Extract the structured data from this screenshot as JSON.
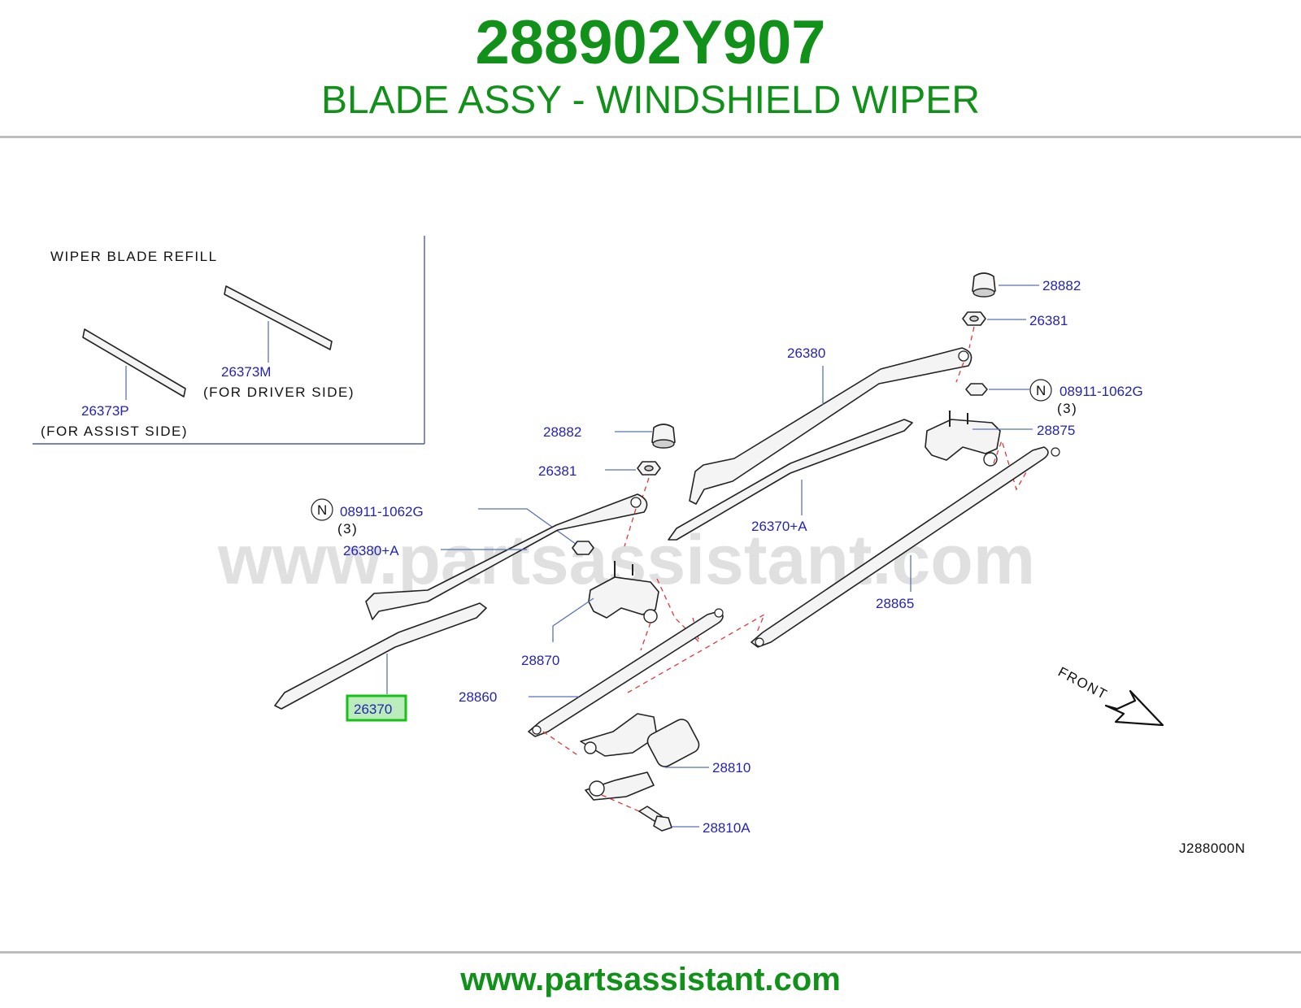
{
  "header": {
    "part_number": "288902Y907",
    "part_name": "BLADE ASSY - WINDSHIELD WIPER"
  },
  "inset": {
    "title": "WIPER  BLADE  REFILL",
    "driver_part": "26373M",
    "driver_note": "(FOR  DRIVER  SIDE)",
    "assist_part": "26373P",
    "assist_note": "(FOR  ASSIST  SIDE)"
  },
  "callouts": {
    "cap_right": "28882",
    "nut_right": "26381",
    "arm_right": "26380",
    "nut_code_right": "N",
    "bolt_right": "08911-1062G",
    "qty_right": "(3)",
    "pivot_right": "28875",
    "cap_left": "28882",
    "nut_left": "26381",
    "nut_code_left": "N",
    "bolt_left": "08911-1062G",
    "qty_left": "(3)",
    "arm_left": "26380+A",
    "blade_right": "26370+A",
    "link_right": "28865",
    "pivot_left": "28870",
    "link_left": "28860",
    "blade_left": "26370",
    "motor": "28810",
    "motor_bolt": "28810A",
    "front": "FRONT",
    "diagram_code": "J288000N"
  },
  "watermark": "www.partsassistant.com",
  "footer": {
    "link": "www.partsassistant.com"
  },
  "colors": {
    "brand_green": "#119119",
    "callout_blue": "#2424b4",
    "highlight_green": "#15c215",
    "dash_red": "#e03a3a"
  }
}
